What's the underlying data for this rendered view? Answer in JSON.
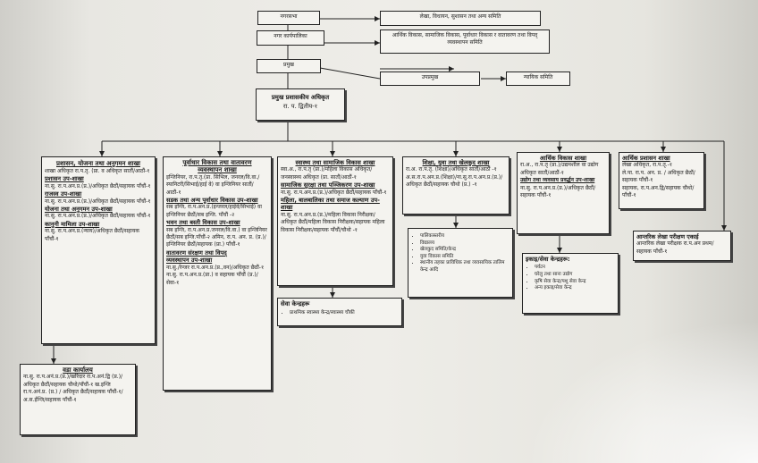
{
  "top": {
    "nagarsabha": "नगरसभा",
    "lekha": "लेखा, विधायन, सुशासन तथा अन्य समिति",
    "karyapalika": "नगर कार्यपालिका",
    "arthik_samiti": "आर्थिक विकास, सामाजिक विकास, पूर्वाधार विकास र वातावरण तथा विपद् व्यवस्थापन समिति",
    "pramukh": "प्रमुख",
    "upapramukh": "उपप्रमुख",
    "nyayik": "न्यायिक समिति",
    "cao_title": "प्रमुख प्रशासकीय अधिकृत",
    "cao_rank": "रा. प. द्वितीय-१"
  },
  "col1": {
    "title": "प्रशासन, योजना तथा अनुगमन शाखा",
    "l1": "शाखा अधिकृत रा.प.तृ. (प्रा. व अधिकृत सातौं/आठौं-१",
    "sub1": "प्रशासन उप-शाखा",
    "l2": "ना.सु. रा.प.अन.प्र.(प्र.)/अधिकृत छैठौं/सहायक पाँचौं-१",
    "sub2": "राजस्व उप-शाखा",
    "l3": "ना.सु. रा.प.अन.प्र.(प्र.)/अधिकृत छैठौं/सहायक पाँचौं-१",
    "sub3": "योजना तथा अनुगमन उप-शाखा",
    "l4": "ना.सु. रा.प.अन.प्र.(प्र.)/अधिकृत छैठौं/सहायक पाँचौं-१",
    "sub4": "कानुनी मामिला उप-शाखा",
    "l5": "ना.सु. रा.प.अन.प्र.(न्याय)/अधिकृत छैठौं/सहायक पाँचौं-१"
  },
  "ward": {
    "title": "वडा कार्यालय",
    "text": "ना.सु. रा.प.अनं.प्र.(प्र.)/खरिदार रा.प.अनं.द्वि (प्र.)/अधिकृत छैठौं/सहायक चौथो/पाँचौं-१ ख.इन्जि रा.प.अनं.प्र. (प्र.) / अधिकृत छैठौं/सहायक पाँचौं-१/अ.स.ईन्जि/सहायक पाँचौं-१"
  },
  "col2": {
    "title1": "पूर्वाधार विकास तथा वातावरण",
    "title2": "व्यवस्थापन शाखा",
    "l1": "इन्जिनियर, रा.प.तृ.(प्रा. सिभिल, जनरल/वि.वा./स्यानिटरी/सिभाई/हाई वे) वा इन्जिनियर सातौं/आठौं-१",
    "sub1": "सडक तथा अन्य पूर्वाधार विकास उप-शाखा",
    "l2": "सब इन्जि, रा.प.अन.प्र.(इन्जरल/हाईवे/सिभाई) वा इन्जिनियर छैठौं/सब इन्जि. पाँचौं -२",
    "sub2": "भवन तथा बस्ती विकास उप-शाखा",
    "l3": "सब इन्जि, रा.प.अन.प्र.जनरल/वि.वा.) वा इन्जिनियर छैठौं/सब इन्जि.पाँचौं-२ अमिन, रा.प. अन. प्र. (प्र.)/ इन्जिनियर छैठौं/सहायक (प्रा.) पाँचौं-१",
    "sub3a": "वातावरण संरक्षण तथा विपद्",
    "sub3b": "व्यवस्थापन उप-शाखा",
    "l4": "ना.सु./रेन्जर रा.प.अन.प्र.(प्र.,वन)/अधिकृत छैठौं-१",
    "l5": "ना.सु. रा.प.अन.प्र.(प्रा.) व सहायक पाँचौं (प्र.)/सेवा-१"
  },
  "col3": {
    "title": "स्वास्थ्य तथा सामाजिक विकास शाखा",
    "l1": "स्वा.अ., रा.प.तृ (प्रा.)/महिला विकास अधिकृत/जनस्वास्थ्य अधिकृत (प्रा. सातौं/आठौं-१",
    "sub1": "सामाजिक सुरक्षा तथा पञ्जिकरण उप-शाखा",
    "l2": "ना.सु. रा.प.अन.प्र.(प्र.)/अधिकृत छैठौं/सहायक पाँचौं-१",
    "sub2": "महिला, बालबालिका तथा समाज कल्याण उप-शाखा",
    "l3": "ना.सु. रा.प.अन.प्र.(प्र.)/महिला विकास निरीक्षक/अधिकृत छैठौं/महिला विकास निरीक्षक/सहायक महिला विकास निरीक्षक/सहायक पाँचौं/चौथो -१",
    "seva_title": "सेवा केन्द्रहरू",
    "seva_item": "प्राथमिक स्वास्थ्य केन्द्र/स्वास्थ्य चौकी"
  },
  "col4": {
    "title": "शिक्षा, युवा तथा खेलकुद शाखा",
    "l1": "रा.अ. रा.प.तृ. (शिक्षा)/अधिकृत सातौं/आठौं -१",
    "l2": "अ.स.रा.प.अन.प्र.(शिक्षा)/ना.सु.रा.प.अन.प्र.(प्र.)/अधिकृत छैठौं/सहायक चौथो (प्र.) -१",
    "list": [
      "पालिकास्तरीय",
      "विद्यालय",
      "खेलकुद समिति/केन्द्र",
      "युवा विकास समिति",
      "स्थानीय तहका प्राविधिक तथा व्यवसायिक तालिम केन्द्र आदि"
    ]
  },
  "col5": {
    "title": "आर्थिक विकास शाखा",
    "l1": "रा.अ., रा.प.तृ (प्रा.)/उद्यमशील वा उद्योग अधिकृत सातौं/आठौं-१",
    "sub1": "उद्योग तथा व्यवसाय प्रवर्द्धन उप-शाखा",
    "l2": "ना.सु. रा.प.अन.प्र.(प्र.)/अधिकृत छैठौं/सहायक पाँचौं-१",
    "kendra_title": "इकाइ/सेवा केन्द्रहरू:",
    "list": [
      "पर्यटन",
      "घरेलु तथा साना उद्योग",
      "कृषि सेवा केन्द्र/पशु सेवा केन्द्र",
      "अन्य इकाइ/सेवा केन्द्र"
    ]
  },
  "col6": {
    "title": "आर्थिक प्रशासन शाखा",
    "l1": "लेखा अधिकृत, रा.प.तृ.-१",
    "l2": "ले.पा. रा.प. अन. प्र. / अधिकृत छैठौं/सहायक पाँचौं-१",
    "l3": "सहायक, रा.प.अन.द्वि/सहायक चौथो/पाँचौं-१"
  },
  "audit": {
    "title": "आन्तरिक लेखा परीक्षण एकाई",
    "text": "आन्तरिक लेखा परीक्षक रा.प.अन प्रथम/सहायक पाँचौं-१"
  }
}
